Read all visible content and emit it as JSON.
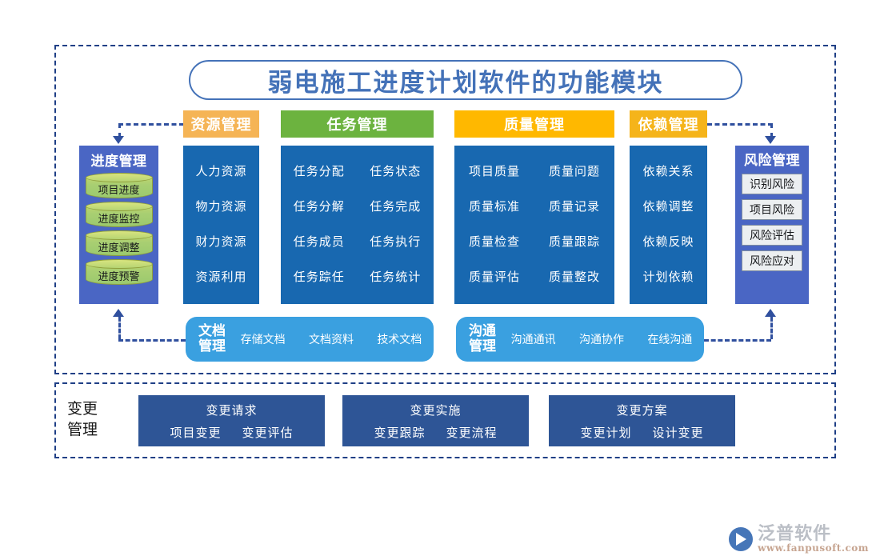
{
  "title": "弱电施工进度计划软件的功能模块",
  "schedule": {
    "title": "进度管理",
    "items": [
      "项目进度",
      "进度监控",
      "进度调整",
      "进度预警"
    ]
  },
  "risk": {
    "title": "风险管理",
    "items": [
      "识别风险",
      "项目风险",
      "风险评估",
      "风险应对"
    ]
  },
  "columns": [
    {
      "header": "资源管理",
      "header_color": "#f5b455",
      "items": [
        "人力资源",
        "物力资源",
        "财力资源",
        "资源利用"
      ]
    },
    {
      "header": "任务管理",
      "header_color": "#6cb33f",
      "items": [
        "任务分配",
        "任务状态",
        "任务分解",
        "任务完成",
        "任务成员",
        "任务执行",
        "任务踪任",
        "任务统计"
      ]
    },
    {
      "header": "质量管理",
      "header_color": "#ffb800",
      "items": [
        "项目质量",
        "质量问题",
        "质量标准",
        "质量记录",
        "质量检查",
        "质量跟踪",
        "质量评估",
        "质量整改"
      ]
    },
    {
      "header": "依赖管理",
      "header_color": "#f5b41a",
      "items": [
        "依赖关系",
        "依赖调整",
        "依赖反映",
        "计划依赖"
      ]
    }
  ],
  "document": {
    "title": "文档\n管理",
    "title_line1": "文档",
    "title_line2": "管理",
    "items": [
      "存储文档",
      "文档资料",
      "技术文档"
    ]
  },
  "communication": {
    "title_line1": "沟通",
    "title_line2": "管理",
    "items": [
      "沟通通讯",
      "沟通协作",
      "在线沟通"
    ]
  },
  "change": {
    "label_line1": "变更",
    "label_line2": "管理",
    "groups": [
      {
        "title": "变更请求",
        "items": [
          "项目变更",
          "变更评估"
        ]
      },
      {
        "title": "变更实施",
        "items": [
          "变更跟踪",
          "变更流程"
        ]
      },
      {
        "title": "变更方案",
        "items": [
          "变更计划",
          "设计变更"
        ]
      }
    ]
  },
  "watermark": {
    "name": "泛普软件",
    "url": "www.fanpusoft.com"
  },
  "colors": {
    "panel_blue": "#1868b0",
    "side_panel": "#4a66c4",
    "round_box": "#3aa0e0",
    "change_box": "#2e5596",
    "dashed_border": "#1f3f86",
    "title_blue": "#4472b8"
  }
}
